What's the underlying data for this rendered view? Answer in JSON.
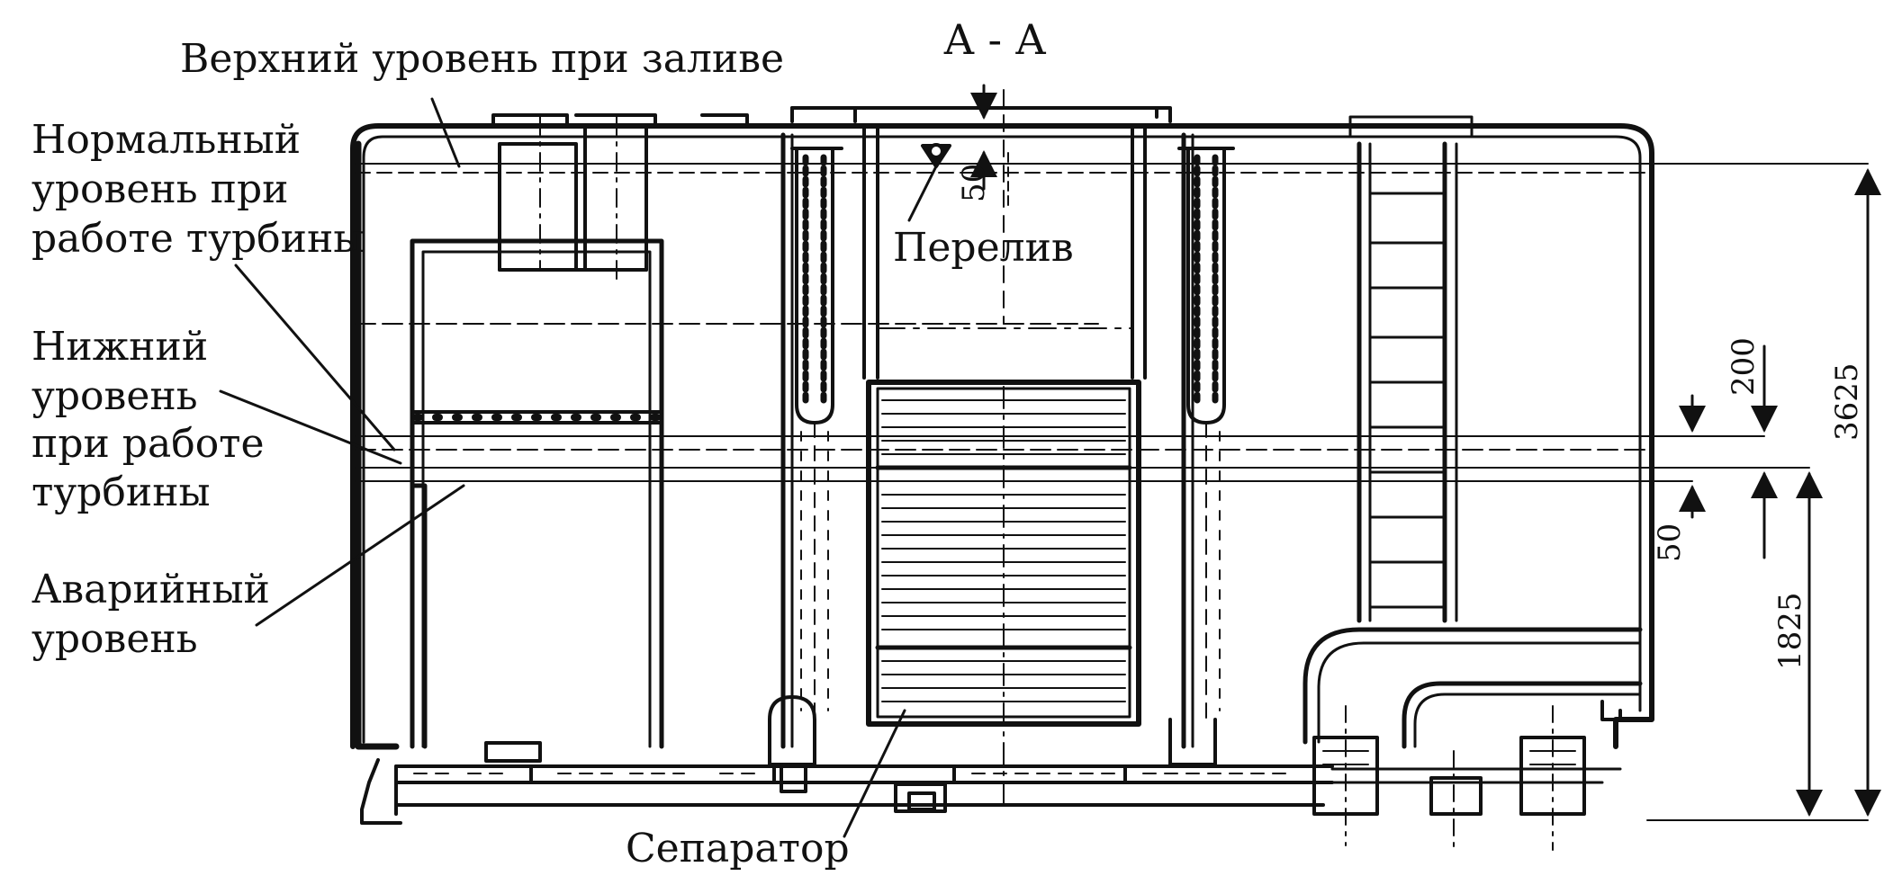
{
  "section_title": "А - А",
  "labels": {
    "upper_fill": "Верхний уровень при заливе",
    "normal_1": "Нормальный",
    "normal_2": "уровень  при",
    "normal_3": "работе турбины",
    "lower_1": "Нижний",
    "lower_2": "уровень",
    "lower_3": "при работе",
    "lower_4": "турбины",
    "emergency_1": "Аварийный",
    "emergency_2": "уровень",
    "overflow": "Перелив",
    "separator": "Сепаратор"
  },
  "dimensions": {
    "top_gap": "50",
    "d200": "200",
    "d50": "50",
    "d1825": "1825",
    "d3625": "3625"
  },
  "colors": {
    "ink": "#111111",
    "background": "#ffffff"
  }
}
